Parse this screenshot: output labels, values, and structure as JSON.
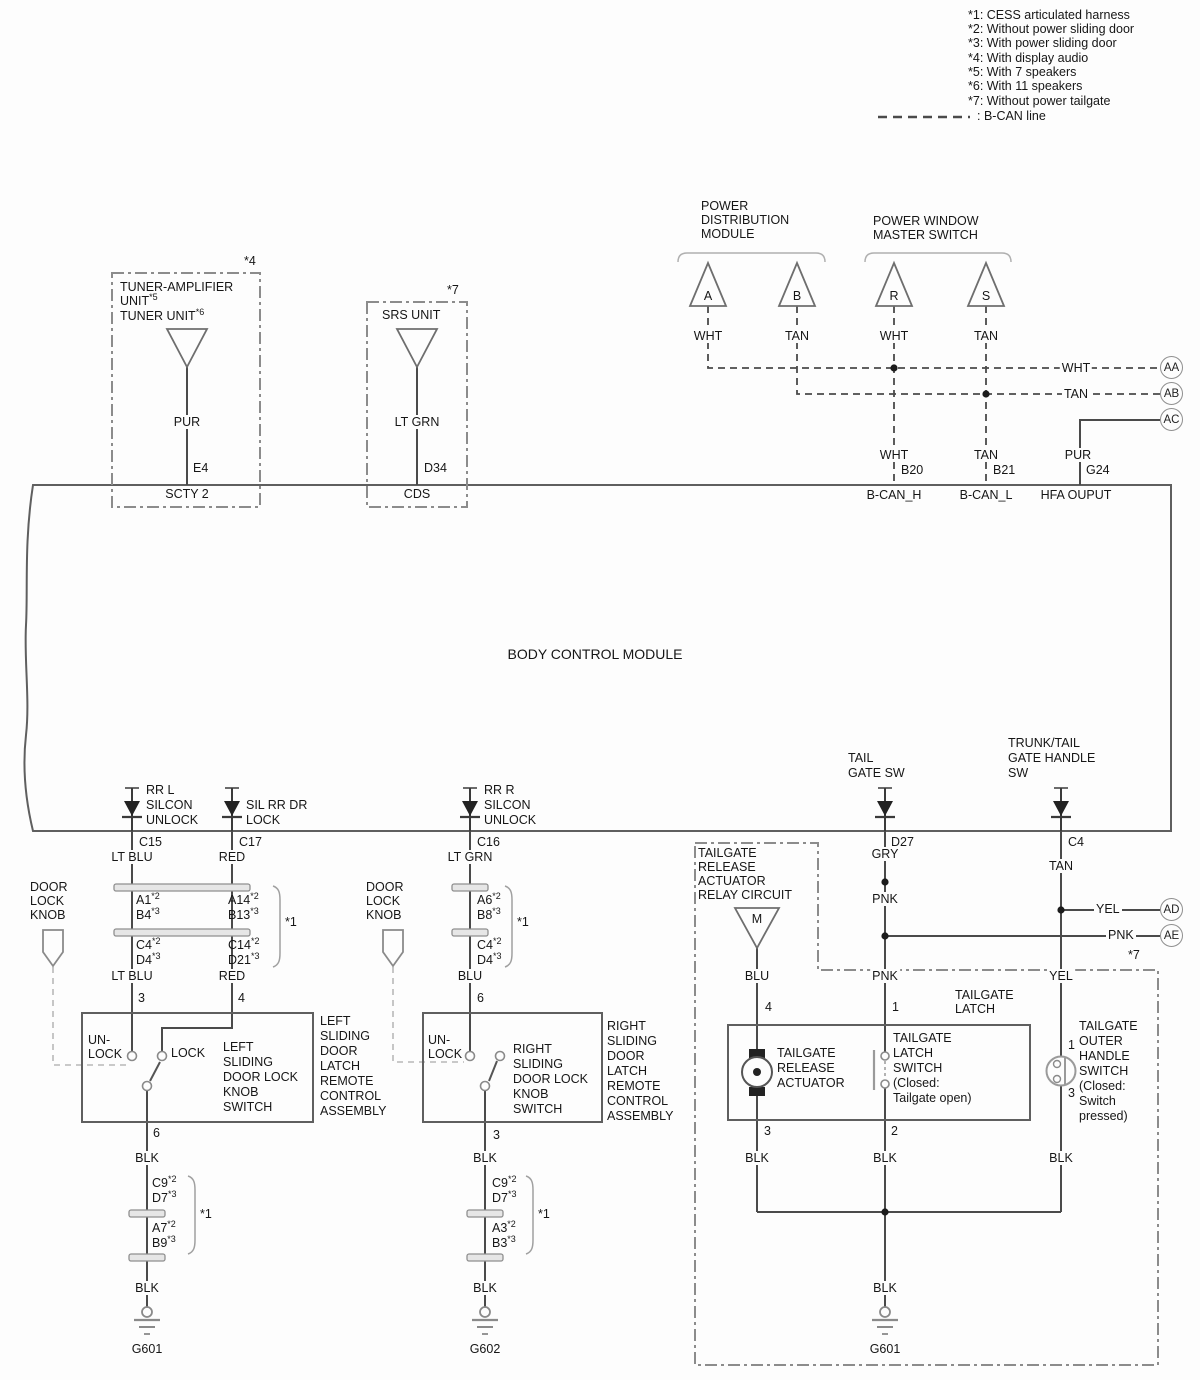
{
  "legend": {
    "items": [
      "*1: CESS articulated harness",
      "*2: Without power sliding door",
      "*3: With power sliding door",
      "*4: With display audio",
      "*5: With 7 speakers",
      "*6: With 11 speakers",
      "*7: Without power tailgate"
    ],
    "bcan": ": B-CAN line"
  },
  "tuner": {
    "note": "*4",
    "l1": "TUNER-AMPLIFIER",
    "l2": "UNIT",
    "l2s": "*5",
    "l3": "TUNER UNIT",
    "l3s": "*6",
    "wire": "PUR",
    "pin": "E4",
    "term": "SCTY 2"
  },
  "srs": {
    "note": "*7",
    "name": "SRS UNIT",
    "wire": "LT GRN",
    "pin": "D34",
    "term": "CDS"
  },
  "pdm": {
    "l": [
      "POWER",
      "DISTRIBUTION",
      "MODULE"
    ],
    "a": "A",
    "b": "B",
    "wa": "WHT",
    "wb": "TAN"
  },
  "pwms": {
    "l": [
      "POWER WINDOW",
      "MASTER SWITCH"
    ],
    "r": "R",
    "s": "S",
    "wr": "WHT",
    "ws": "TAN"
  },
  "can": {
    "wht1": "WHT",
    "tan1": "TAN",
    "aa": "AA",
    "ab": "AB",
    "ac": "AC",
    "wht2": "WHT",
    "tan2": "TAN",
    "pur": "PUR",
    "b20": "B20",
    "b21": "B21",
    "g24": "G24",
    "bcanh": "B-CAN_H",
    "bcanl": "B-CAN_L",
    "hfa": "HFA OUPUT"
  },
  "bcm": {
    "title": "BODY CONTROL MODULE",
    "outs": [
      [
        "RR L",
        "SILCON",
        "UNLOCK"
      ],
      [
        "SIL RR DR",
        "LOCK"
      ],
      [
        "RR R",
        "SILCON",
        "UNLOCK"
      ],
      [
        "TAIL",
        "GATE SW"
      ],
      [
        "TRUNK/TAIL",
        "GATE HANDLE",
        "SW"
      ]
    ],
    "pins": [
      "C15",
      "C17",
      "C16",
      "D27",
      "C4"
    ],
    "wires": [
      "LT BLU",
      "RED",
      "LT GRN",
      "GRY",
      "TAN"
    ]
  },
  "knob": {
    "l": [
      "DOOR",
      "LOCK",
      "KNOB"
    ]
  },
  "connL": {
    "note": "*1",
    "cells": [
      {
        "t": "A1",
        "s": "*2"
      },
      {
        "t": "B4",
        "s": "*3"
      },
      {
        "t": "A14",
        "s": "*2"
      },
      {
        "t": "B13",
        "s": "*3"
      },
      {
        "t": "C4",
        "s": "*2"
      },
      {
        "t": "D4",
        "s": "*3"
      },
      {
        "t": "C14",
        "s": "*2"
      },
      {
        "t": "D21",
        "s": "*3"
      }
    ]
  },
  "connM": {
    "note": "*1",
    "cells": [
      {
        "t": "A6",
        "s": "*2"
      },
      {
        "t": "B8",
        "s": "*3"
      },
      {
        "t": "C4",
        "s": "*2"
      },
      {
        "t": "D4",
        "s": "*3"
      }
    ]
  },
  "swL": {
    "unlock1": "UN-",
    "unlock2": "LOCK",
    "lock": "LOCK",
    "wire_l": "LT BLU",
    "wire_r": "RED",
    "pin_l": "3",
    "pin_r": "4",
    "pin_b": "6",
    "name": [
      "LEFT",
      "SLIDING",
      "DOOR LOCK",
      "KNOB",
      "SWITCH"
    ],
    "assy": [
      "LEFT",
      "SLIDING",
      "DOOR",
      "LATCH",
      "REMOTE",
      "CONTROL",
      "ASSEMBLY"
    ]
  },
  "swR": {
    "unlock1": "UN-",
    "unlock2": "LOCK",
    "wire": "BLU",
    "pin_t": "6",
    "pin_b": "3",
    "name": [
      "RIGHT",
      "SLIDING",
      "DOOR LOCK",
      "KNOB",
      "SWITCH"
    ],
    "assy": [
      "RIGHT",
      "SLIDING",
      "DOOR",
      "LATCH",
      "REMOTE",
      "CONTROL",
      "ASSEMBLY"
    ]
  },
  "gndL": {
    "wire1": "BLK",
    "note": "*1",
    "cells": [
      {
        "t": "C9",
        "s": "*2"
      },
      {
        "t": "D7",
        "s": "*3"
      },
      {
        "t": "A7",
        "s": "*2"
      },
      {
        "t": "B9",
        "s": "*3"
      }
    ],
    "wire2": "BLK",
    "gnd": "G601"
  },
  "gndM": {
    "wire1": "BLK",
    "note": "*1",
    "cells": [
      {
        "t": "C9",
        "s": "*2"
      },
      {
        "t": "D7",
        "s": "*3"
      },
      {
        "t": "A3",
        "s": "*2"
      },
      {
        "t": "B3",
        "s": "*3"
      }
    ],
    "wire2": "BLK",
    "gnd": "G602"
  },
  "relay": {
    "label": [
      "TAILGATE",
      "RELEASE",
      "ACTUATOR",
      "RELAY CIRCUIT"
    ],
    "m": "M",
    "wire": "BLU",
    "pin": "4"
  },
  "rt": {
    "pnk_up": "PNK",
    "yel": "YEL",
    "pnk": "PNK",
    "ad": "AD",
    "ae": "AE",
    "note": "*7",
    "pnk2": "PNK",
    "yel2": "YEL",
    "pin_pnk": "1",
    "latch_title": [
      "TAILGATE",
      "LATCH"
    ],
    "act": [
      "TAILGATE",
      "RELEASE",
      "ACTUATOR"
    ],
    "lsw": [
      "TAILGATE",
      "LATCH",
      "SWITCH",
      "(Closed:",
      "Tailgate open)"
    ],
    "osw": [
      "TAILGATE",
      "OUTER",
      "HANDLE",
      "SWITCH",
      "(Closed:",
      "Switch",
      "pressed)"
    ],
    "opin1": "1",
    "opin3": "3",
    "pin3": "3",
    "pin2": "2",
    "blk": [
      "BLK",
      "BLK",
      "BLK"
    ],
    "blk2": "BLK",
    "gnd": "G601"
  },
  "colors": {
    "wire": "#4a4a4a",
    "box": "#5f5f5f",
    "dashdot": "#8c8c8c",
    "light": "#a8a8a8",
    "text": "#161616"
  }
}
